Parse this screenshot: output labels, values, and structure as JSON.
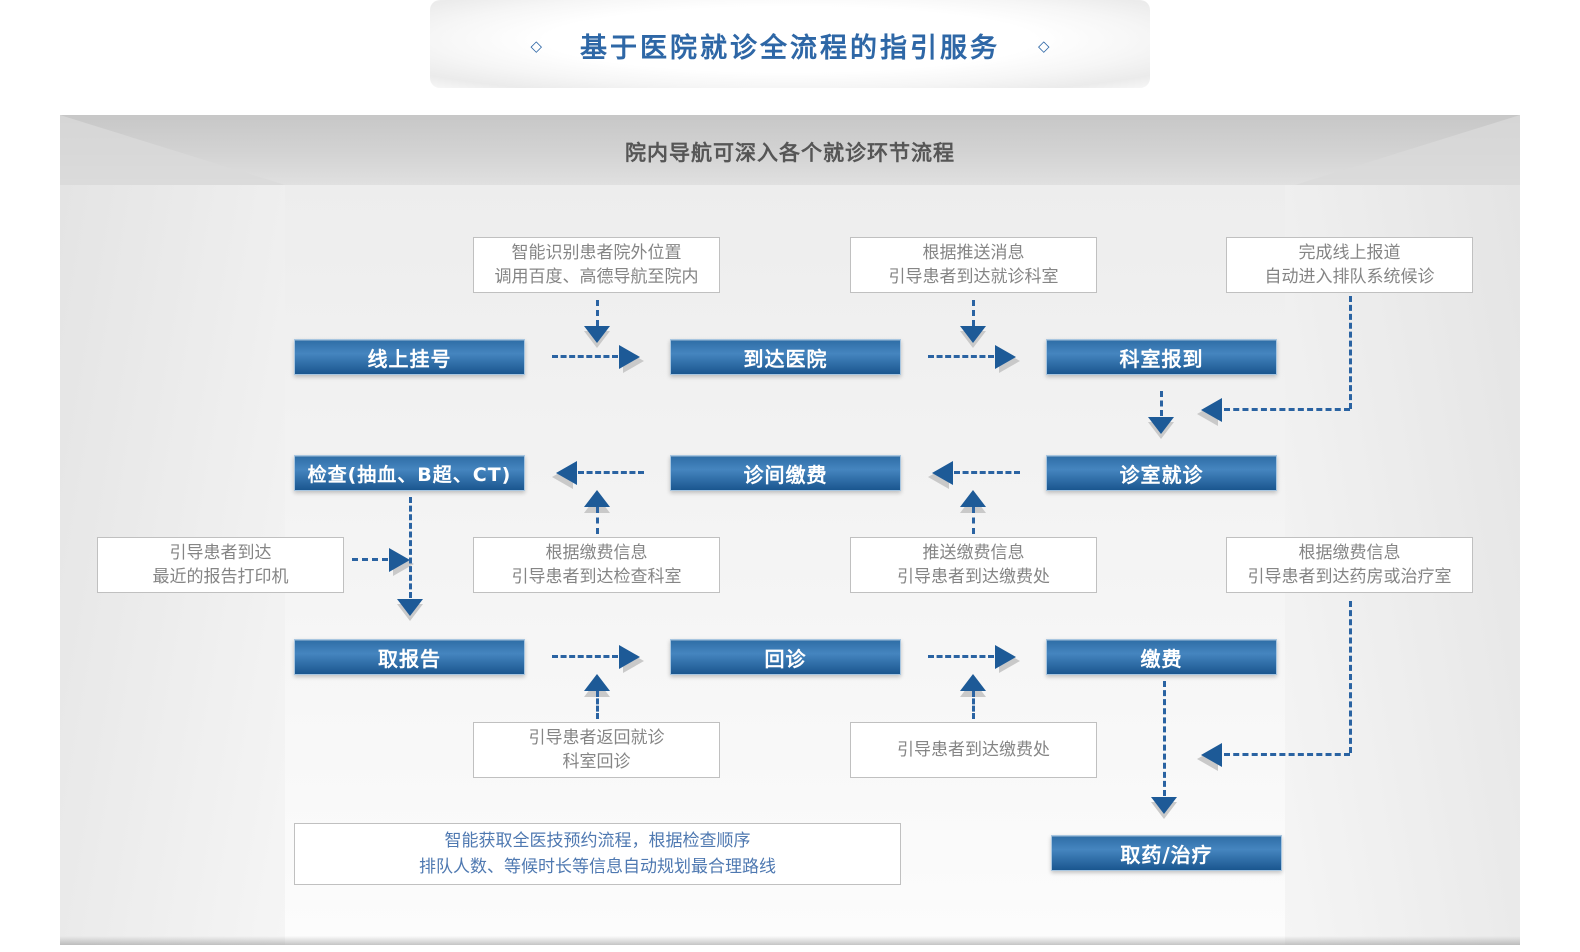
{
  "title": {
    "text": "基于医院就诊全流程的指引服务",
    "decor": "◇"
  },
  "subtitle": "院内导航可深入各个就诊环节流程",
  "colors": {
    "accent_blue": "#2e67a6",
    "step_gradient_top": "#2e6da6",
    "step_gradient_mid": "#4585bf",
    "step_gradient_bottom": "#1a568f",
    "arrow_dash_blue": "#2a63a2",
    "arrowhead_blue": "#1d5a97",
    "note_text_gray": "#858585",
    "note_border_gray": "#c0c0c0",
    "note_text_blue": "#4f79b1"
  },
  "icons": {
    "diamond": "◇"
  },
  "steps": {
    "online_register": "线上挂号",
    "arrive_hospital": "到达医院",
    "dept_checkin": "科室报到",
    "exam": "检查(抽血、B超、CT)",
    "interclinic_pay": "诊间缴费",
    "clinic_visit": "诊室就诊",
    "get_report": "取报告",
    "return_visit": "回诊",
    "pay": "缴费",
    "medicine_treatment": "取药/治疗"
  },
  "notes": {
    "outside_location": {
      "line1": "智能识别患者院外位置",
      "line2": "调用百度、高德导航至院内"
    },
    "push_message": {
      "line1": "根据推送消息",
      "line2": "引导患者到达就诊科室"
    },
    "online_report": {
      "line1": "完成线上报道",
      "line2": "自动进入排队系统候诊"
    },
    "report_printer": {
      "line1": "引导患者到达",
      "line2": "最近的报告打印机"
    },
    "payment_to_exam": {
      "line1": "根据缴费信息",
      "line2": "引导患者到达检查科室"
    },
    "push_payment": {
      "line1": "推送缴费信息",
      "line2": "引导患者到达缴费处"
    },
    "payment_to_pharmacy": {
      "line1": "根据缴费信息",
      "line2": "引导患者到达药房或治疗室"
    },
    "return_to_dept": {
      "line1": "引导患者返回就诊",
      "line2": "科室回诊"
    },
    "guide_to_cashier": {
      "line1": "引导患者到达缴费处"
    },
    "smart_route": {
      "line1": "智能获取全医技预约流程，根据检查顺序",
      "line2": "排队人数、等候时长等信息自动规划最合理路线"
    }
  }
}
